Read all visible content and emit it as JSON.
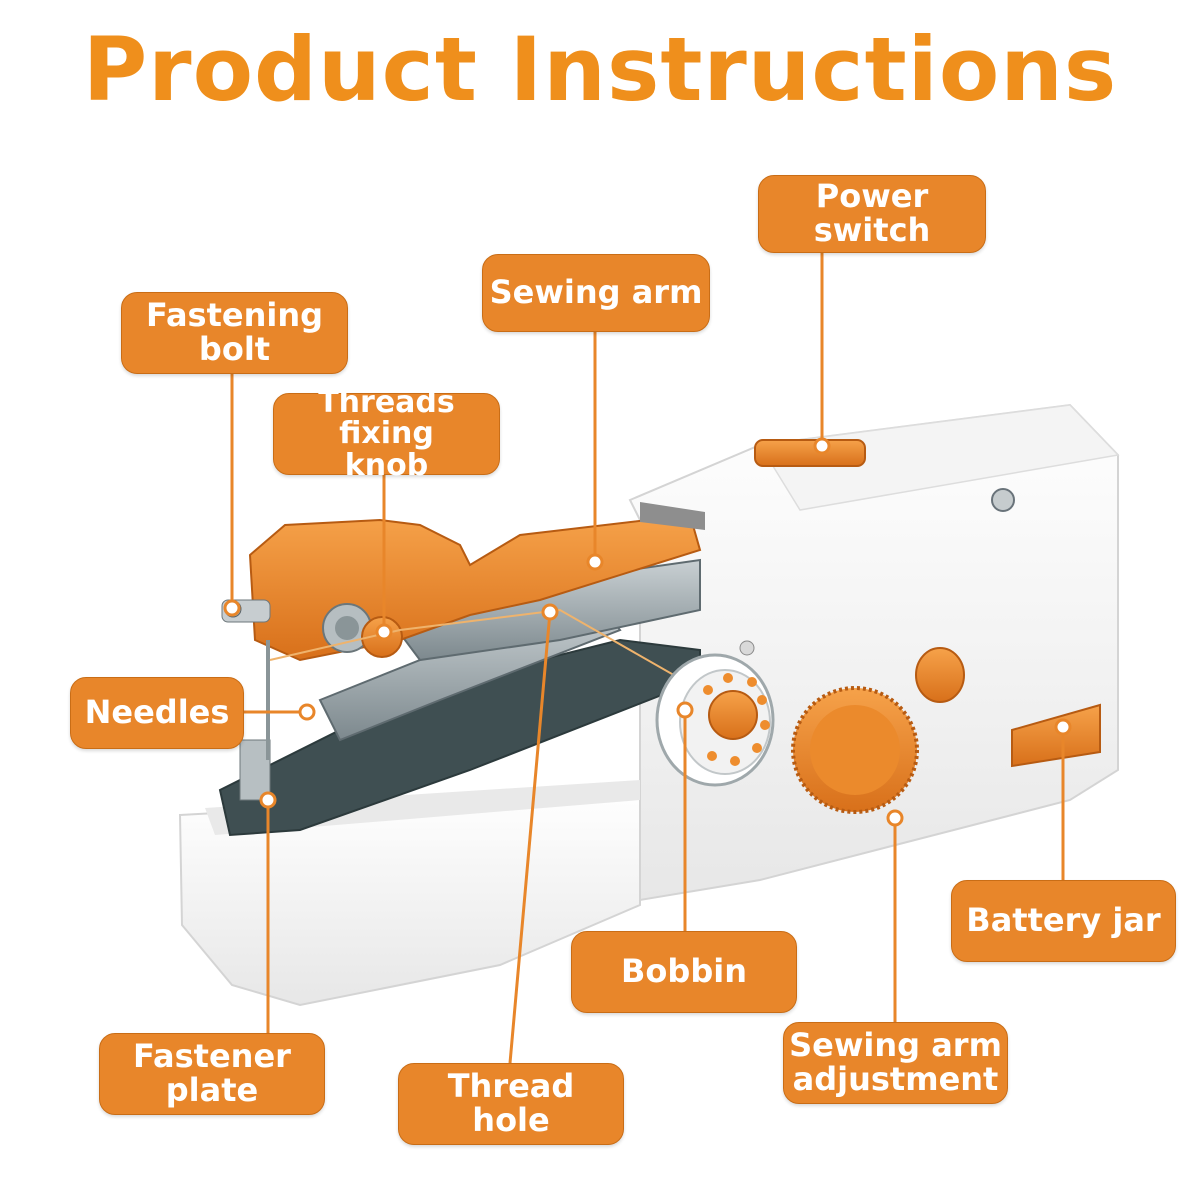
{
  "title": "Product Instructions",
  "labels": {
    "power_switch": "Power switch",
    "sewing_arm": "Sewing arm",
    "fastening_bolt": "Fastening\nbolt",
    "threads_fixing_knob": "Threads fixing\nknob",
    "needles": "Needles",
    "fastener_plate": "Fastener\nplate",
    "thread_hole": "Thread\nhole",
    "bobbin": "Bobbin",
    "sewing_arm_adjustment": "Sewing arm\nadjustment",
    "battery_jar": "Battery jar"
  },
  "colors": {
    "accent": "#e8862a",
    "title": "#ef8f1c",
    "body": "#ffffff",
    "metal": "#8d9aa0"
  }
}
